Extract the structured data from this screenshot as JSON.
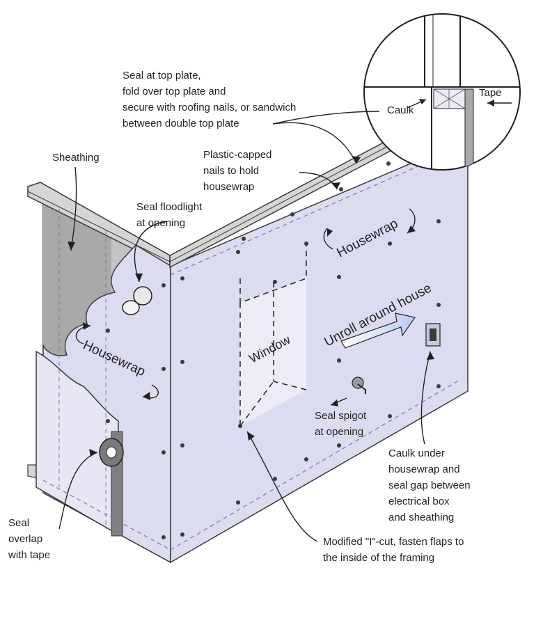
{
  "labels": {
    "seal_top_plate": "Seal at top plate,\nfold over top plate and\nsecure with roofing nails, or sandwich\nbetween double top plate",
    "tape": "Tape",
    "caulk": "Caulk",
    "sheathing": "Sheathing",
    "plastic_capped": "Plastic-capped\nnails to hold\nhousewrap",
    "seal_floodlight": "Seal floodlight\nat opening",
    "housewrap_right": "Housewrap",
    "housewrap_left": "Housewrap",
    "unroll": "Unroll around house",
    "window": "Window",
    "seal_spigot": "Seal spigot\nat opening",
    "caulk_under": "Caulk under\nhousewrap and\nseal gap between\nelectrical box\nand sheathing",
    "seal_overlap": "Seal\noverlap\nwith tape",
    "modified_cut": "Modified \"I\"-cut, fasten flaps to\nthe inside of the framing"
  },
  "colors": {
    "wrap": "#dcdcf0",
    "wrap_light": "#e9e9f6",
    "sheathing": "#a9a9a9",
    "framing": "#cdcdcd",
    "outline": "#3a3a3a",
    "arrow": "#c9d8f5"
  }
}
